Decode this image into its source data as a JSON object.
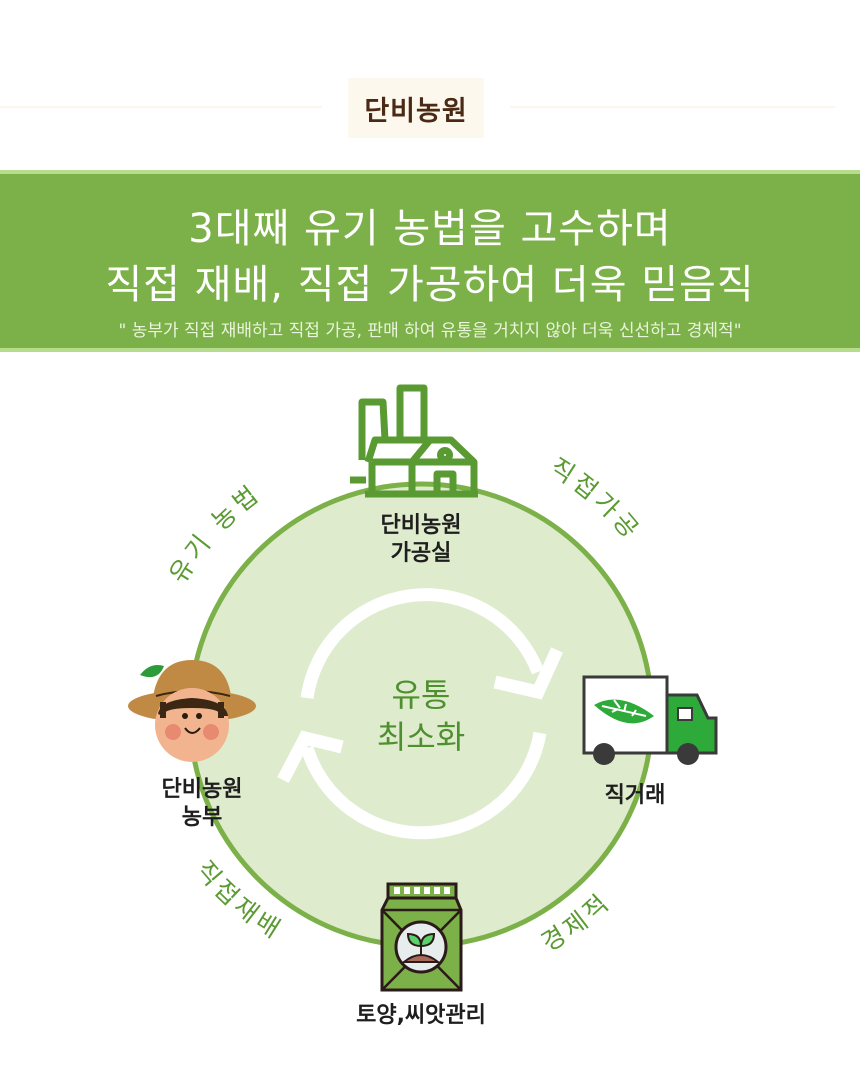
{
  "header": {
    "brand": "단비농원"
  },
  "banner": {
    "title_line1": "3대째 유기 농법을 고수하며",
    "title_line2": "직접 재배, 직접 가공하여 더욱 믿음직",
    "subtitle": "\" 농부가 직접 재배하고 직접 가공, 판매 하여 유통을 거치지 않아 더욱 신선하고 경제적\""
  },
  "diagram": {
    "center": {
      "line1": "유통",
      "line2": "최소화"
    },
    "nodes": [
      {
        "id": "factory",
        "icon": "factory-icon",
        "line1": "단비농원",
        "line2": "가공실"
      },
      {
        "id": "truck",
        "icon": "truck-icon",
        "line1": "직거래",
        "line2": ""
      },
      {
        "id": "seed",
        "icon": "seed-bag-icon",
        "line1": "토양,씨앗관리",
        "line2": ""
      },
      {
        "id": "farmer",
        "icon": "farmer-icon",
        "line1": "단비농원",
        "line2": "농부"
      }
    ],
    "arc_labels": {
      "top_left": "유기 농법",
      "top_right": "직접가공",
      "bottom_right": "경제적",
      "bottom_left": "직접재배"
    },
    "colors": {
      "circle_fill": "#deebcc",
      "circle_stroke": "#7cb048",
      "accent_green": "#5a9a32",
      "banner": "#7cb048",
      "brand_text": "#4a2a14"
    }
  }
}
